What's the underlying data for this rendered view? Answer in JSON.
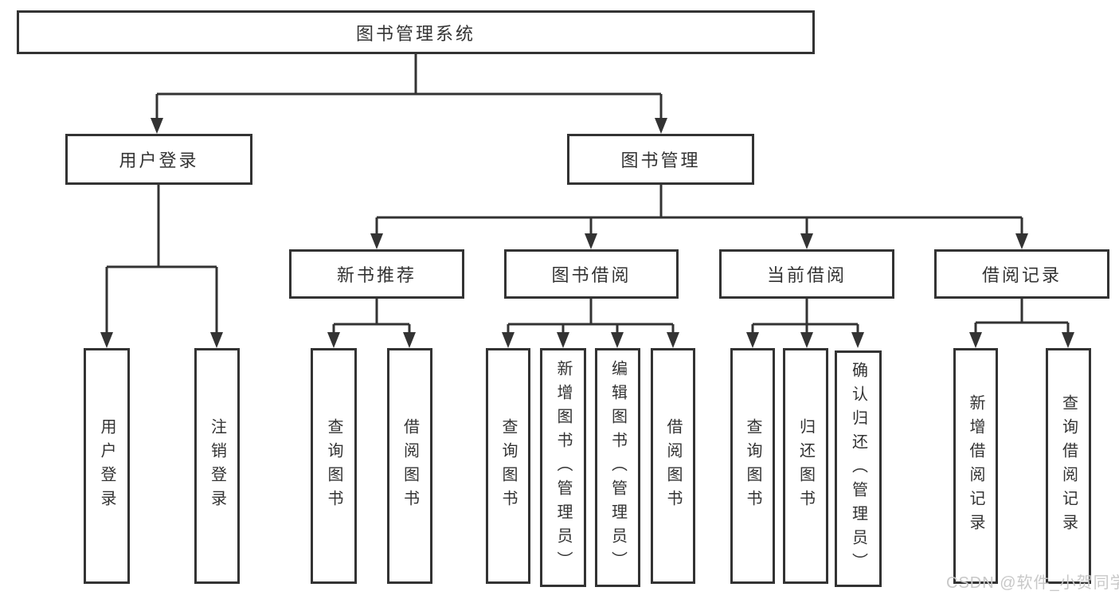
{
  "diagram": {
    "root": {
      "label": "图书管理系统"
    },
    "branches": [
      {
        "label": "用户登录",
        "children": [
          "用户登录",
          "注销登录"
        ]
      },
      {
        "label": "图书管理",
        "children": [
          {
            "label": "新书推荐",
            "children": [
              "查询图书",
              "借阅图书"
            ]
          },
          {
            "label": "图书借阅",
            "children": [
              "查询图书",
              "新增图书（管理员）",
              "编辑图书（管理员）",
              "借阅图书"
            ]
          },
          {
            "label": "当前借阅",
            "children": [
              "查询图书",
              "归还图书",
              "确认归还（管理员）"
            ]
          },
          {
            "label": "借阅记录",
            "children": [
              "新增借阅记录",
              "查询借阅记录"
            ]
          }
        ]
      }
    ]
  },
  "watermark": {
    "text": "CSDN @软件_小贺同学"
  },
  "colors": {
    "line": "#333333",
    "text": "#333333",
    "background": "#ffffff",
    "watermark": "#c8c8c8"
  }
}
